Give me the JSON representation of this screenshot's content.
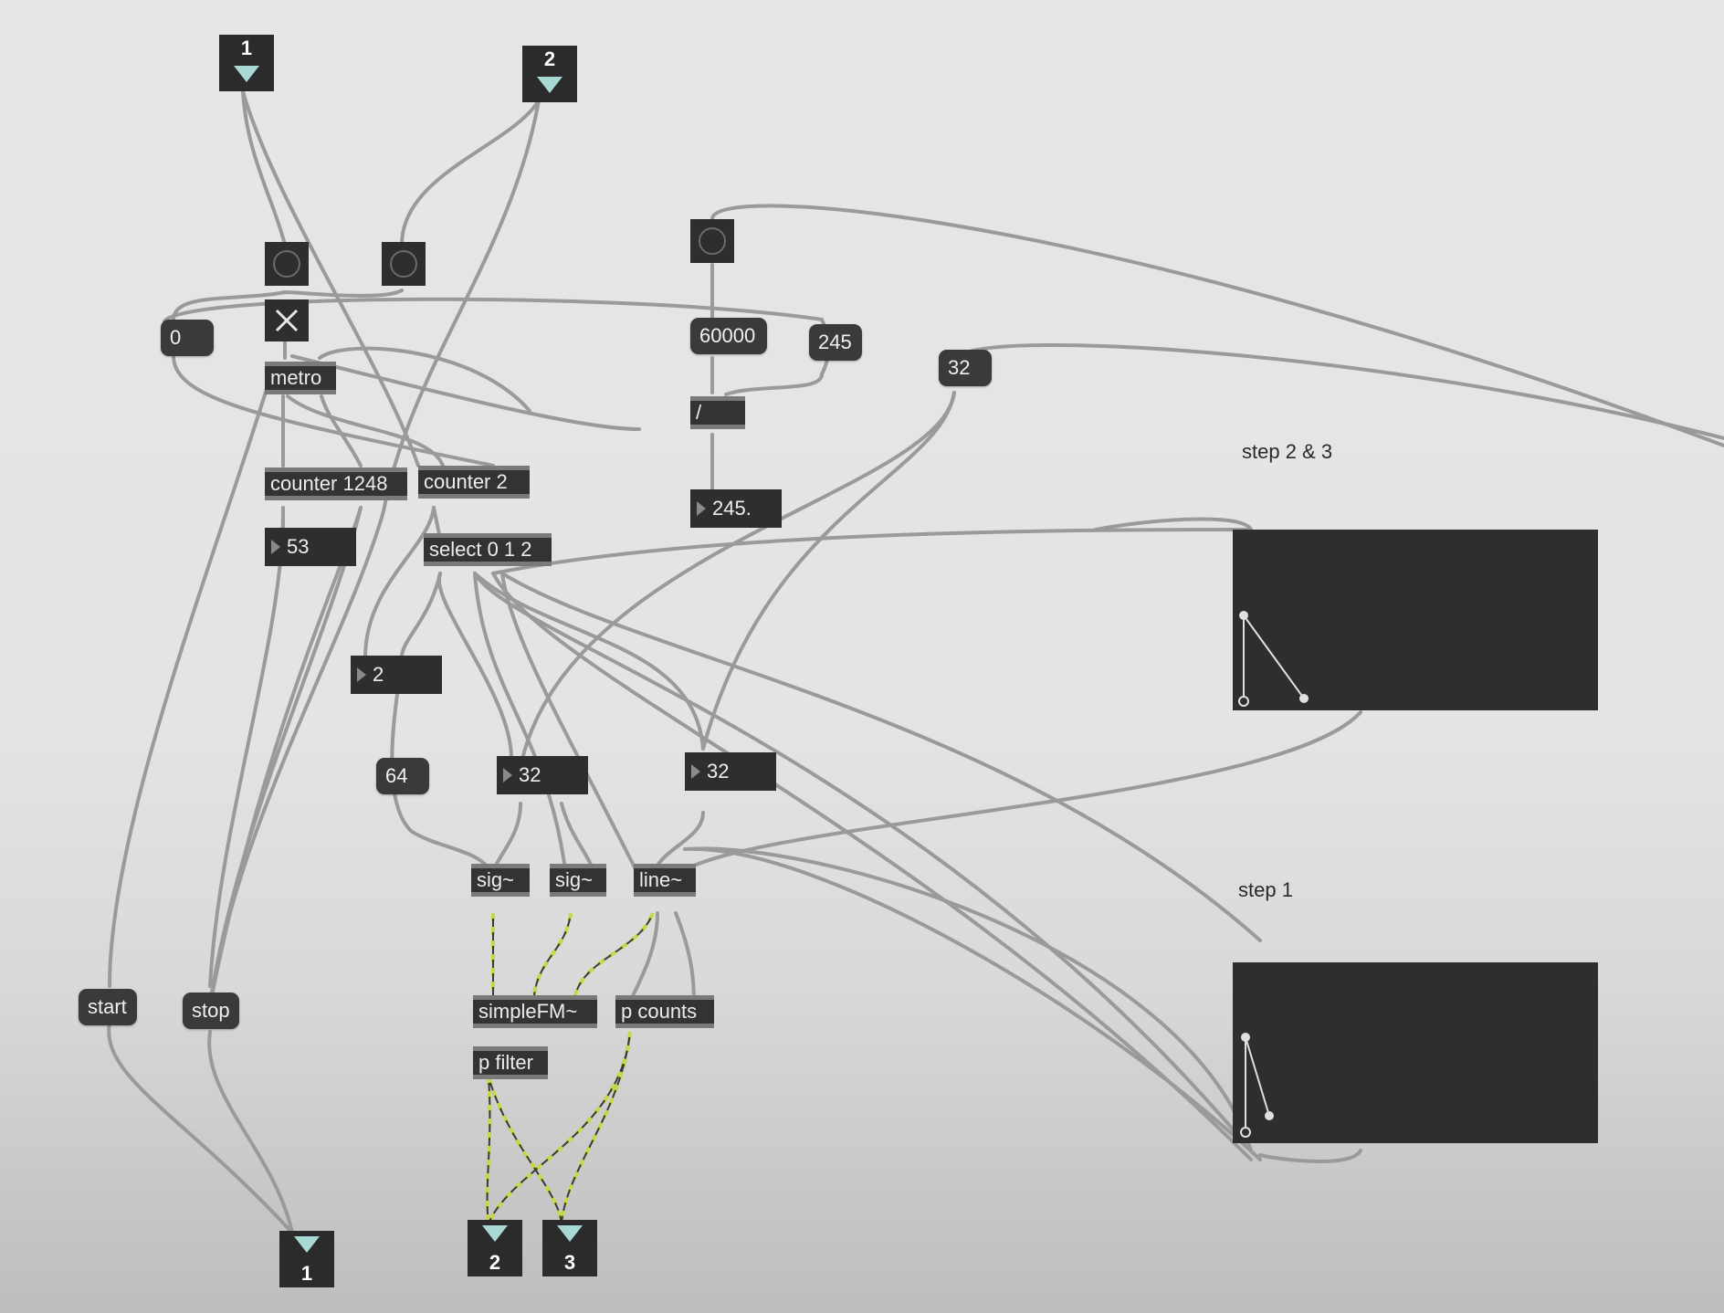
{
  "patch": {
    "inlets": [
      {
        "id": "inlet-1",
        "label": "1"
      },
      {
        "id": "inlet-2",
        "label": "2"
      }
    ],
    "outlets": [
      {
        "id": "outlet-1",
        "label": "1"
      },
      {
        "id": "outlet-2",
        "label": "2"
      },
      {
        "id": "outlet-3",
        "label": "3"
      }
    ],
    "objects": {
      "metro": "metro",
      "counter_1248": "counter 1248",
      "counter_2": "counter 2",
      "select": "select 0 1 2",
      "divide": "/",
      "sig1": "sig~",
      "sig2": "sig~",
      "line": "line~",
      "simplefm": "simpleFM~",
      "pcounts": "p counts",
      "pfilter": "p filter"
    },
    "messages": {
      "zero": "0",
      "sixty_thousand": "60000",
      "two_forty_five": "245",
      "thirty_two": "32",
      "sixty_four": "64",
      "start": "start",
      "stop": "stop"
    },
    "numbers": {
      "count_53": "53",
      "result_245": "245.",
      "select_2": "2",
      "num_32_a": "32",
      "num_32_b": "32"
    },
    "comments": {
      "step23": "step 2 & 3",
      "step1": "step 1"
    }
  },
  "colors": {
    "background": "#e4e4e4",
    "object_fill": "#333333",
    "patch_cord": "#9a9a9a",
    "signal_cord": "#c8d64a",
    "inlet_arrow": "#a9d9d5"
  }
}
